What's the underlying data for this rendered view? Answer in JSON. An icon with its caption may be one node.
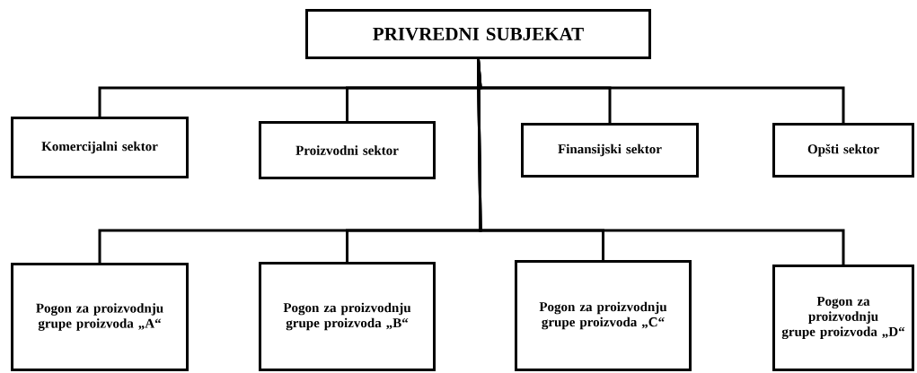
{
  "diagram": {
    "nodes": [
      {
        "text": [
          "PRIVREDNI SUBJEKAT"
        ]
      },
      {
        "text": [
          "Komercijalni sektor"
        ]
      },
      {
        "text": [
          "Proizvodni sektor"
        ]
      },
      {
        "text": [
          "Finansijski sektor"
        ]
      },
      {
        "text": [
          "Opšti sektor"
        ]
      },
      {
        "text": [
          "Pogon za proizvodnju grupe proizvoda „A“"
        ]
      },
      {
        "text": [
          "Pogon za proizvodnju grupe proizvoda „B“"
        ]
      },
      {
        "text": [
          "Pogon za proizvodnju grupe proizvoda „C“"
        ]
      },
      {
        "text": [
          "Pogon za proizvodnju grupe proizvoda „D“"
        ]
      }
    ],
    "edges": [
      {
        "from": 0,
        "to": 1,
        "arrow": "none"
      },
      {
        "from": 0,
        "to": 2,
        "arrow": "none"
      },
      {
        "from": 0,
        "to": 3,
        "arrow": "none"
      },
      {
        "from": 0,
        "to": 4,
        "arrow": "none"
      },
      {
        "from": 0,
        "to": 5,
        "arrow": "none"
      },
      {
        "from": 0,
        "to": 6,
        "arrow": "none"
      },
      {
        "from": 0,
        "to": 7,
        "arrow": "none"
      },
      {
        "from": 0,
        "to": 8,
        "arrow": "none"
      }
    ]
  }
}
